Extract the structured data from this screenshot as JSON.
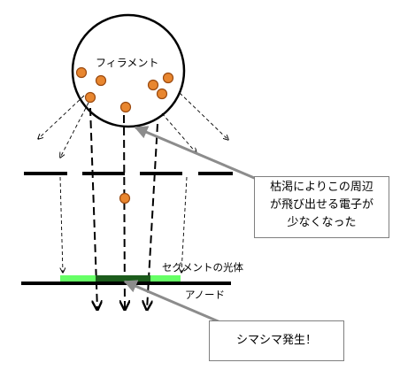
{
  "labels": {
    "filament": "フィラメント",
    "segment_light": "セグメントの光体",
    "anode": "アノード"
  },
  "callouts": {
    "depletion": {
      "line1": "枯渇によりこの周辺",
      "line2": "が飛び出せる電子が",
      "line3": "少なくなった"
    },
    "stripes": "シマシマ発生！"
  },
  "colors": {
    "electron_fill": "#e8862f",
    "electron_stroke": "#9a4a10",
    "phosphor_bright": "#66ff66",
    "phosphor_dark": "#1c5c1c",
    "callout_border": "#7f7f7f",
    "arrow_gray": "#8c8c8c"
  }
}
